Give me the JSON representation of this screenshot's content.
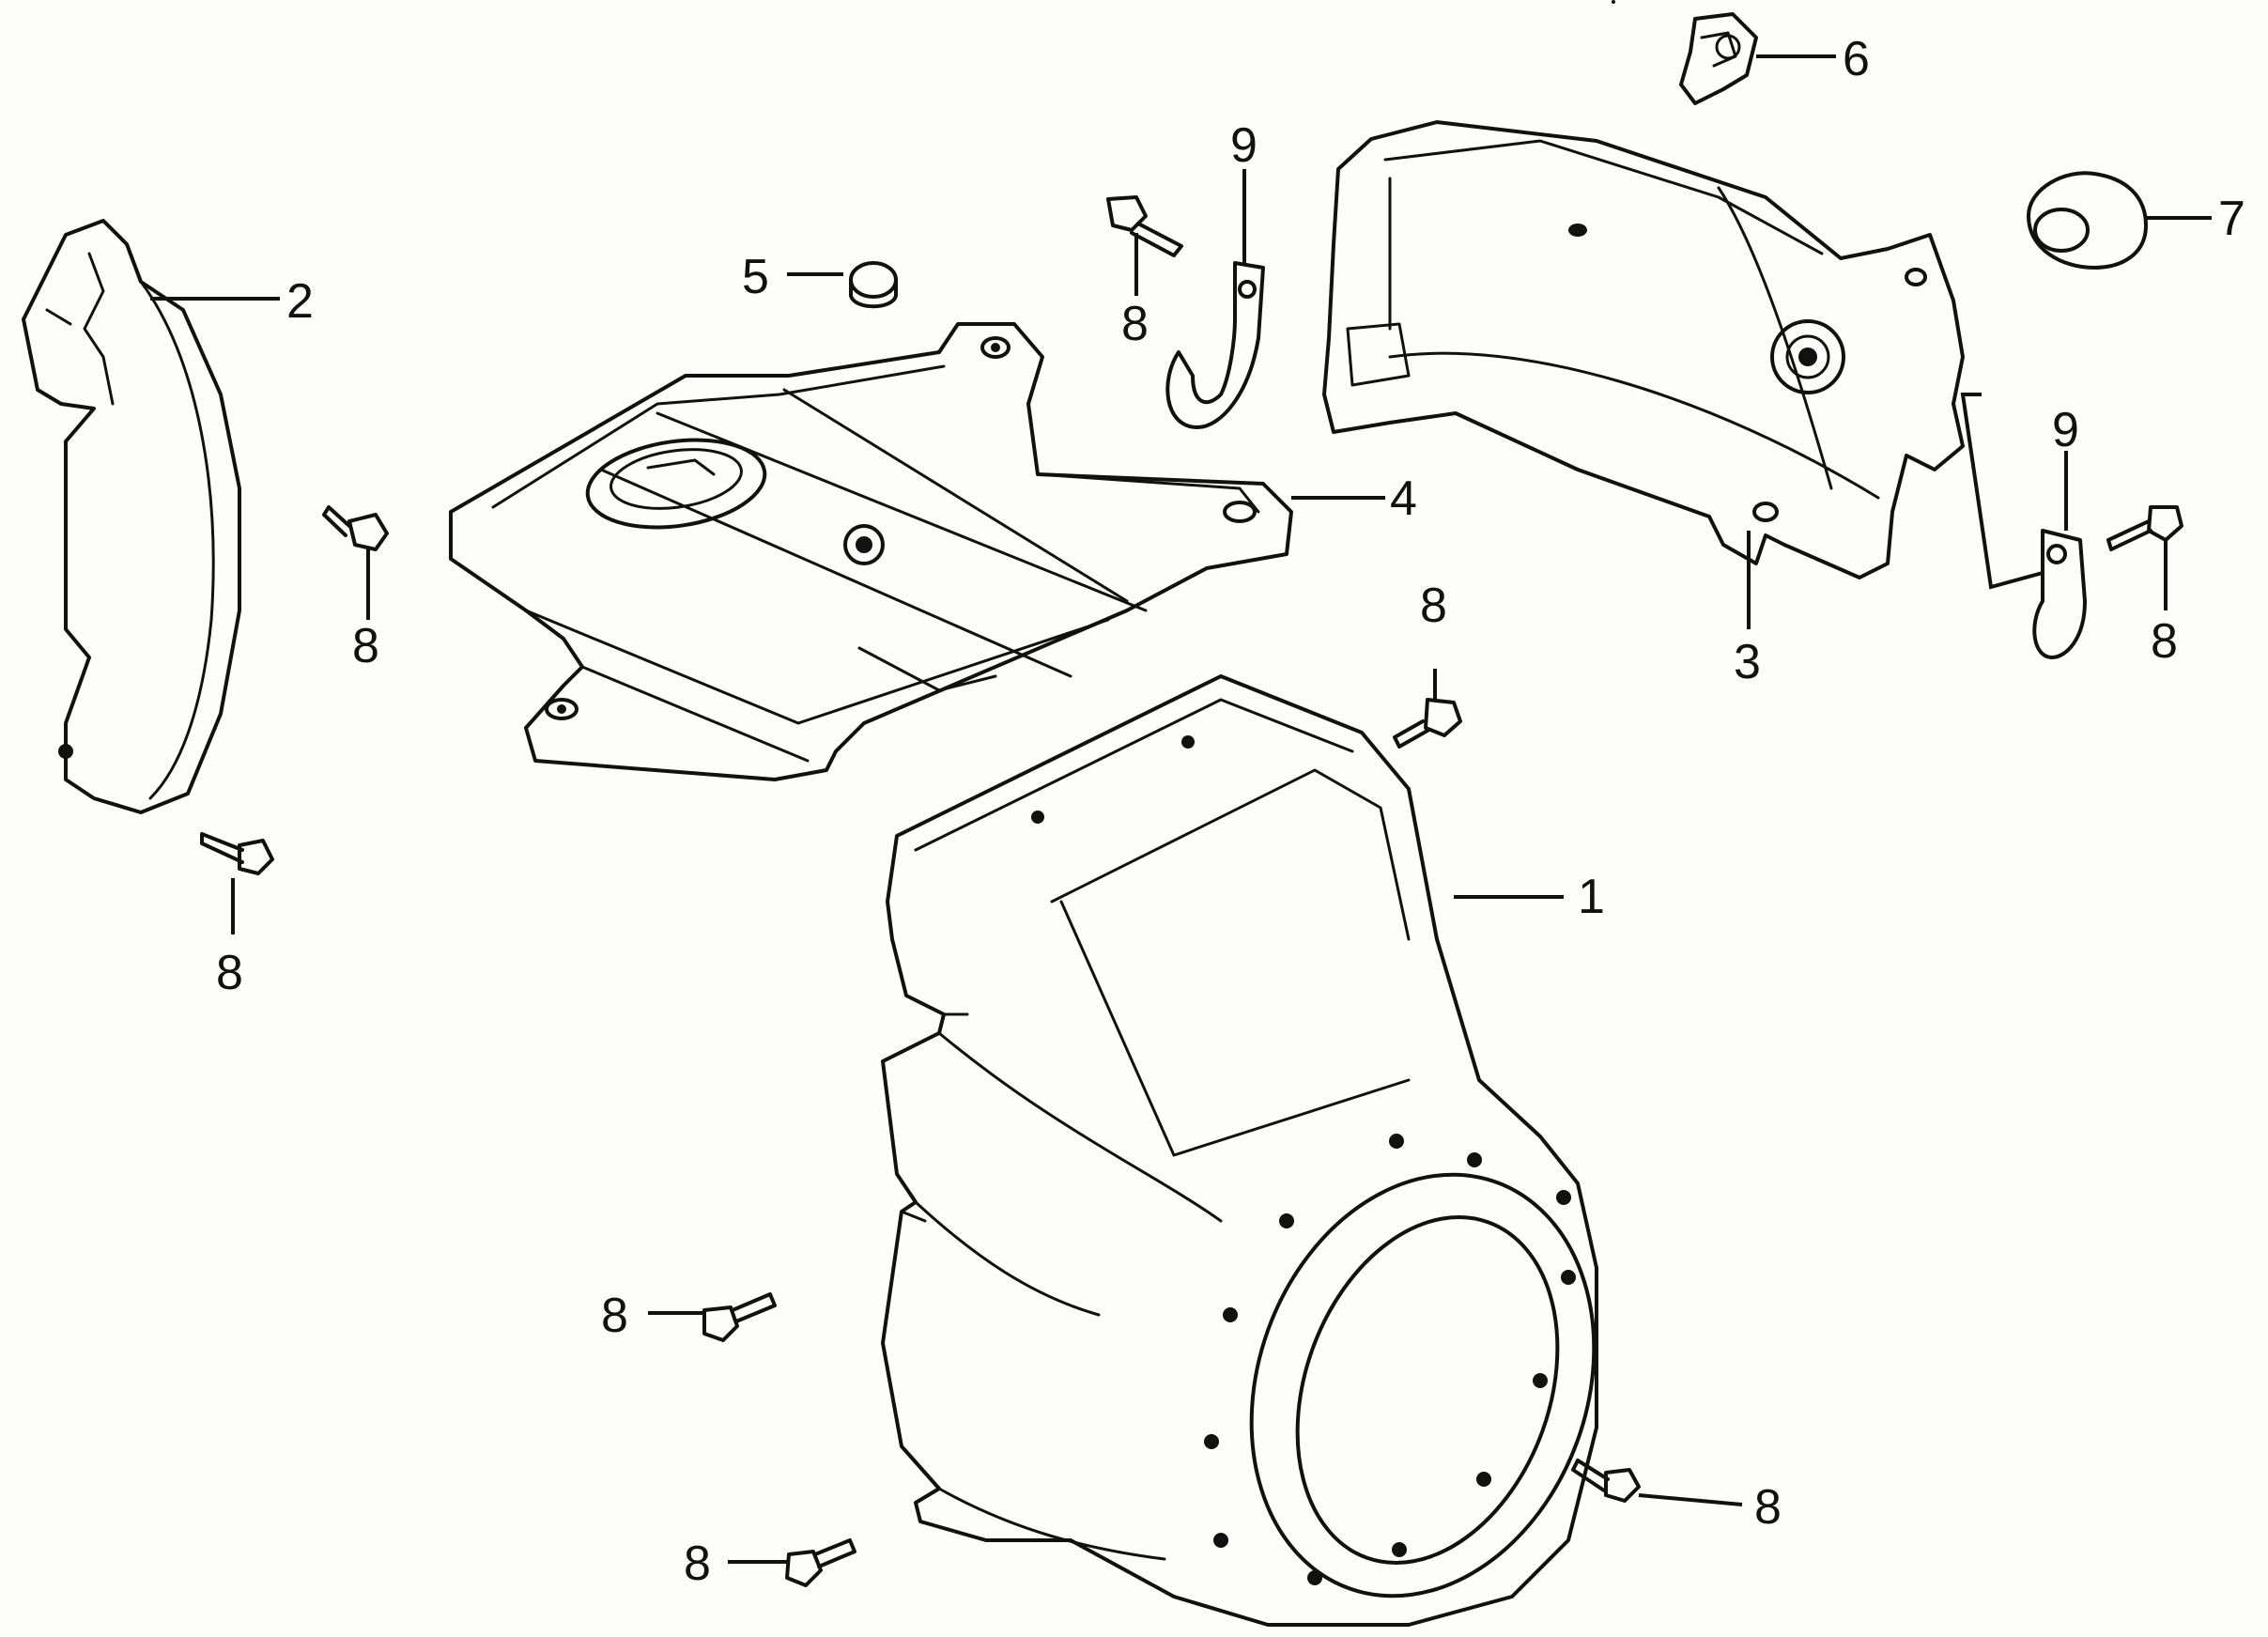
{
  "diagram": {
    "callouts": {
      "c1": "1",
      "c2": "2",
      "c3": "3",
      "c4": "4",
      "c5": "5",
      "c6": "6",
      "c7": "7",
      "c8a": "8",
      "c8b": "8",
      "c8c": "8",
      "c8d": "8",
      "c8e": "8",
      "c8f": "8",
      "c8g": "8",
      "c8h": "8",
      "c9a": "9",
      "c9b": "9"
    }
  }
}
